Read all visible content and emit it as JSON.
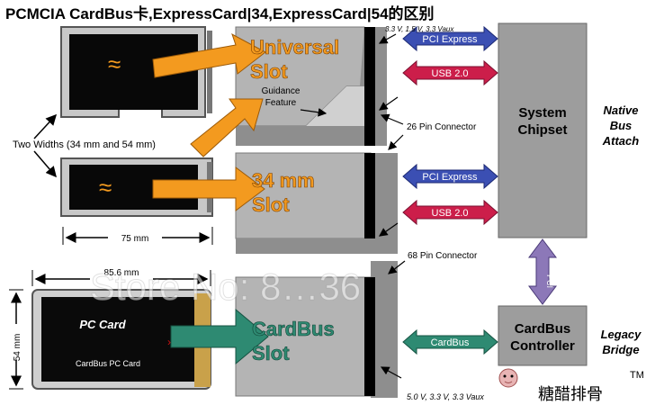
{
  "title": "PCMCIA CardBus卡,ExpressCard|34,ExpressCard|54的区别",
  "labels": {
    "universal_slot": "Universal Slot",
    "mm34_slot": "34 mm Slot",
    "cardbus_slot": "CardBus Slot",
    "guidance": "Guidance Feature",
    "pin26": "26 Pin Connector",
    "pin68": "68 Pin Connector",
    "voltage_top": "3.3 V, 1.5 V, 3.3 Vaux",
    "voltage_bottom": "5.0 V, 3.3 V, 3.3 Vaux",
    "two_widths": "Two Widths (34 mm and 54 mm)",
    "w75": "75 mm",
    "w856": "85.6 mm",
    "h54": "54 mm",
    "system_chipset": "System Chipset",
    "cardbus_controller": "CardBus Controller",
    "native_bus": "Native Bus Attach",
    "legacy_bridge": "Legacy Bridge",
    "pci_express": "PCI Express",
    "usb2": "USB 2.0",
    "cardbus": "CardBus",
    "pc_card_logo": "PC Card",
    "cardbus_pc_card": "CardBus PC Card",
    "pci_short": "PCI"
  },
  "watermark": "Store No: 8…36",
  "brand": {
    "cn": "糖醋排骨",
    "tm": "TM"
  },
  "colors": {
    "orange": "#f39a1f",
    "teal": "#2e8a72",
    "blue": "#3b4fb3",
    "red": "#cc1e4a",
    "purple": "#8c78b8",
    "gray": "#a8a8a8",
    "dark": "#3c3c3c"
  }
}
